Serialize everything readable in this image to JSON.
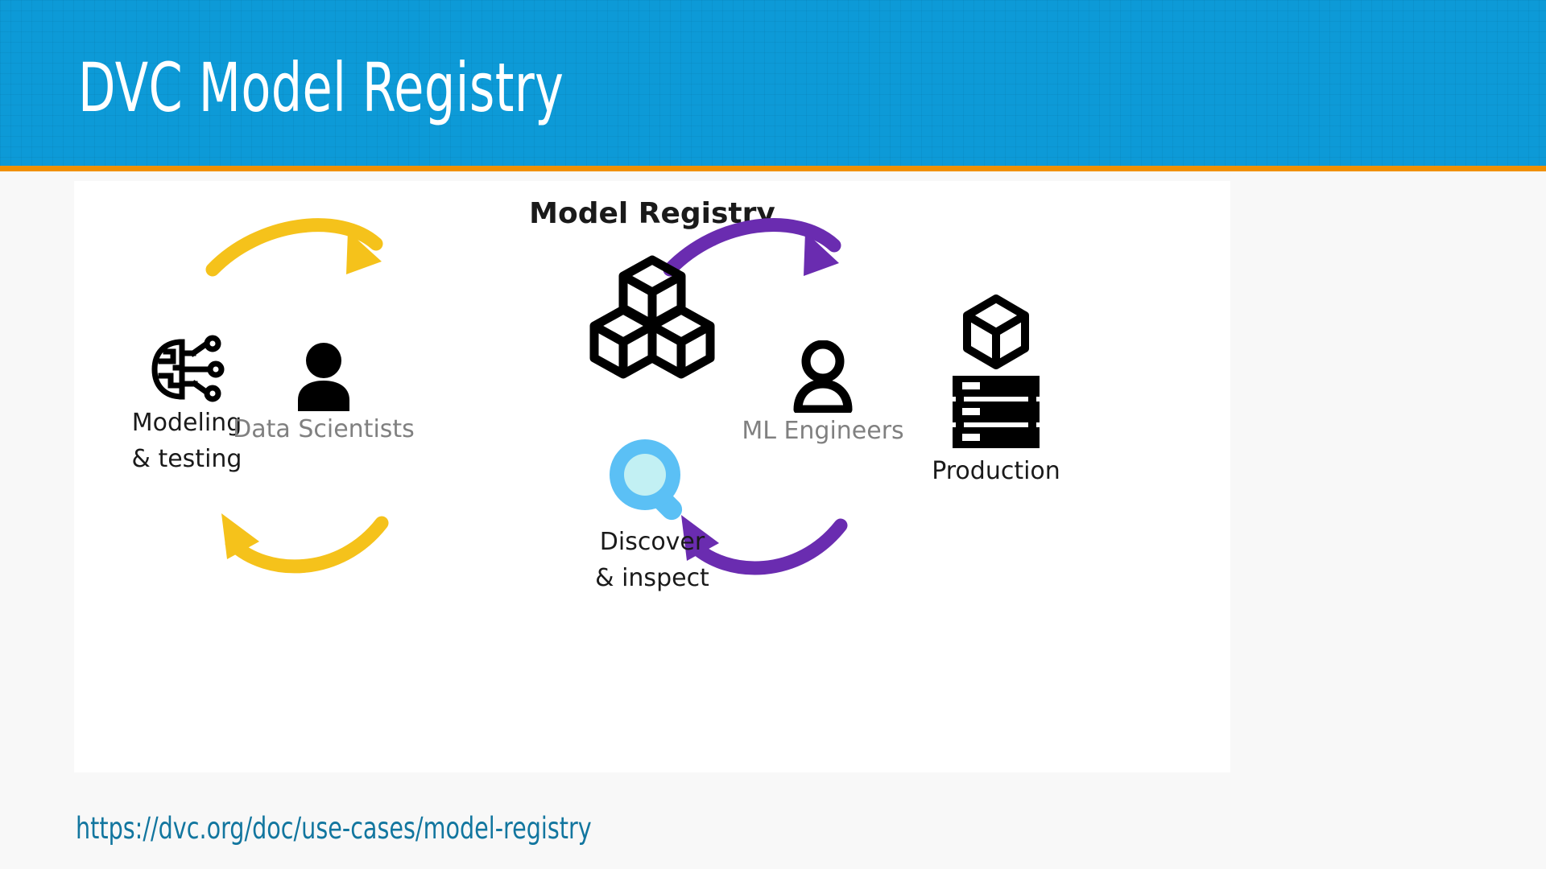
{
  "slide": {
    "title": "DVC Model Registry",
    "header_bg": "#0d9ad7",
    "accent_bar_color": "#f09000",
    "panel_bg": "#ffffff",
    "page_bg": "#f8f8f8"
  },
  "diagram": {
    "center_heading": "Model Registry",
    "nodes": [
      {
        "id": "modeling",
        "label": "Modeling",
        "label_line2": "& testing",
        "icon": "brain-circuit-icon",
        "color": "#1a1a1a"
      },
      {
        "id": "data-scientists",
        "label": "Data Scientists",
        "label_line2": "",
        "icon": "person-filled-icon",
        "color": "#808080"
      },
      {
        "id": "model-registry",
        "label": "Model Registry",
        "label_line2": "",
        "icon": "stacked-cubes-icon",
        "color": "#1a1a1a"
      },
      {
        "id": "discover",
        "label": "Discover",
        "label_line2": "& inspect",
        "icon": "magnifier-icon",
        "color": "#1a1a1a"
      },
      {
        "id": "ml-engineers",
        "label": "ML Engineers",
        "label_line2": "",
        "icon": "person-outline-icon",
        "color": "#808080"
      },
      {
        "id": "production",
        "label": "Production",
        "label_line2": "",
        "icon": "server-cube-icon",
        "color": "#1a1a1a"
      }
    ],
    "arrows": [
      {
        "id": "arrow-top-left",
        "color": "#f5c21b",
        "direction": "right",
        "from": "data-scientists",
        "to": "model-registry"
      },
      {
        "id": "arrow-bottom-left",
        "color": "#f5c21b",
        "direction": "left",
        "from": "model-registry",
        "to": "modeling"
      },
      {
        "id": "arrow-top-right",
        "color": "#6a2cb0",
        "direction": "right",
        "from": "model-registry",
        "to": "production"
      },
      {
        "id": "arrow-bottom-right",
        "color": "#6a2cb0",
        "direction": "left",
        "from": "production",
        "to": "model-registry"
      }
    ],
    "icon_colors": {
      "magnifier_ring": "#5bc0f5",
      "magnifier_lens": "#c2f0f3",
      "glyph_black": "#000000"
    }
  },
  "footer": {
    "link_text": "https://dvc.org/doc/use-cases/model-registry",
    "link_color": "#12769f"
  }
}
